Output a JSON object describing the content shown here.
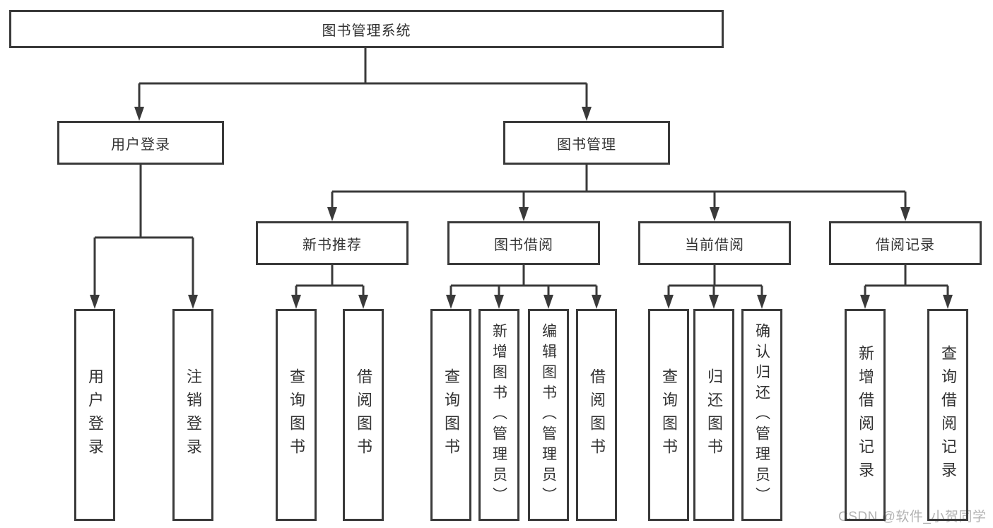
{
  "colors": {
    "line": "#3a3a3a",
    "text": "#333333",
    "watermark": "#b2b2b2",
    "background": "#ffffff"
  },
  "root": {
    "label": "图书管理系统"
  },
  "level2": {
    "user_login": {
      "label": "用户登录"
    },
    "book_mgmt": {
      "label": "图书管理"
    }
  },
  "level3": {
    "new_book_rec": {
      "label": "新书推荐"
    },
    "book_borrow": {
      "label": "图书借阅"
    },
    "current_borrow": {
      "label": "当前借阅"
    },
    "borrow_records": {
      "label": "借阅记录"
    }
  },
  "leaves": {
    "user_login": {
      "label": "用户登录",
      "parent": "用户登录"
    },
    "logout": {
      "label": "注销登录",
      "parent": "用户登录"
    },
    "query_book_rec": {
      "label": "查询图书",
      "parent": "新书推荐"
    },
    "borrow_book_rec": {
      "label": "借阅图书",
      "parent": "新书推荐"
    },
    "query_book_borrow": {
      "label": "查询图书",
      "parent": "图书借阅"
    },
    "add_book_admin": {
      "label": "新增图书（管理员）",
      "parent": "图书借阅"
    },
    "edit_book_admin": {
      "label": "编辑图书（管理员）",
      "parent": "图书借阅"
    },
    "borrow_book_borrow": {
      "label": "借阅图书",
      "parent": "图书借阅"
    },
    "query_book_current": {
      "label": "查询图书",
      "parent": "当前借阅"
    },
    "return_book": {
      "label": "归还图书",
      "parent": "当前借阅"
    },
    "confirm_return_admin": {
      "label": "确认归还（管理员）",
      "parent": "当前借阅"
    },
    "add_borrow_record": {
      "label": "新增借阅记录",
      "parent": "借阅记录"
    },
    "query_borrow_record": {
      "label": "查询借阅记录",
      "parent": "借阅记录"
    }
  },
  "watermark": {
    "label": "CSDN @软件_小贺同学"
  }
}
